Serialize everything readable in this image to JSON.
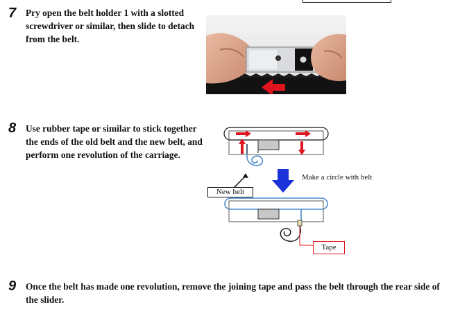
{
  "steps": [
    {
      "number": "7",
      "text": "Pry open the belt holder 1 with a slotted screwdriver or similar, then slide to detach from the belt."
    },
    {
      "number": "8",
      "text": "Use rubber tape or similar to stick together the ends of the old belt and the new belt, and perform one revolution of the carriage."
    },
    {
      "number": "9",
      "text": "Once the belt has made one revolution, remove the joining tape and pass the belt through the rear side of the slider."
    }
  ],
  "diagram": {
    "circle_label": "Make a circle with belt",
    "new_belt_label": "New belt",
    "tape_label": "Tape"
  },
  "colors": {
    "arrow_red": "#e0141e",
    "arrow_blue": "#1a32d8",
    "belt_blue": "#4a8ccf"
  }
}
